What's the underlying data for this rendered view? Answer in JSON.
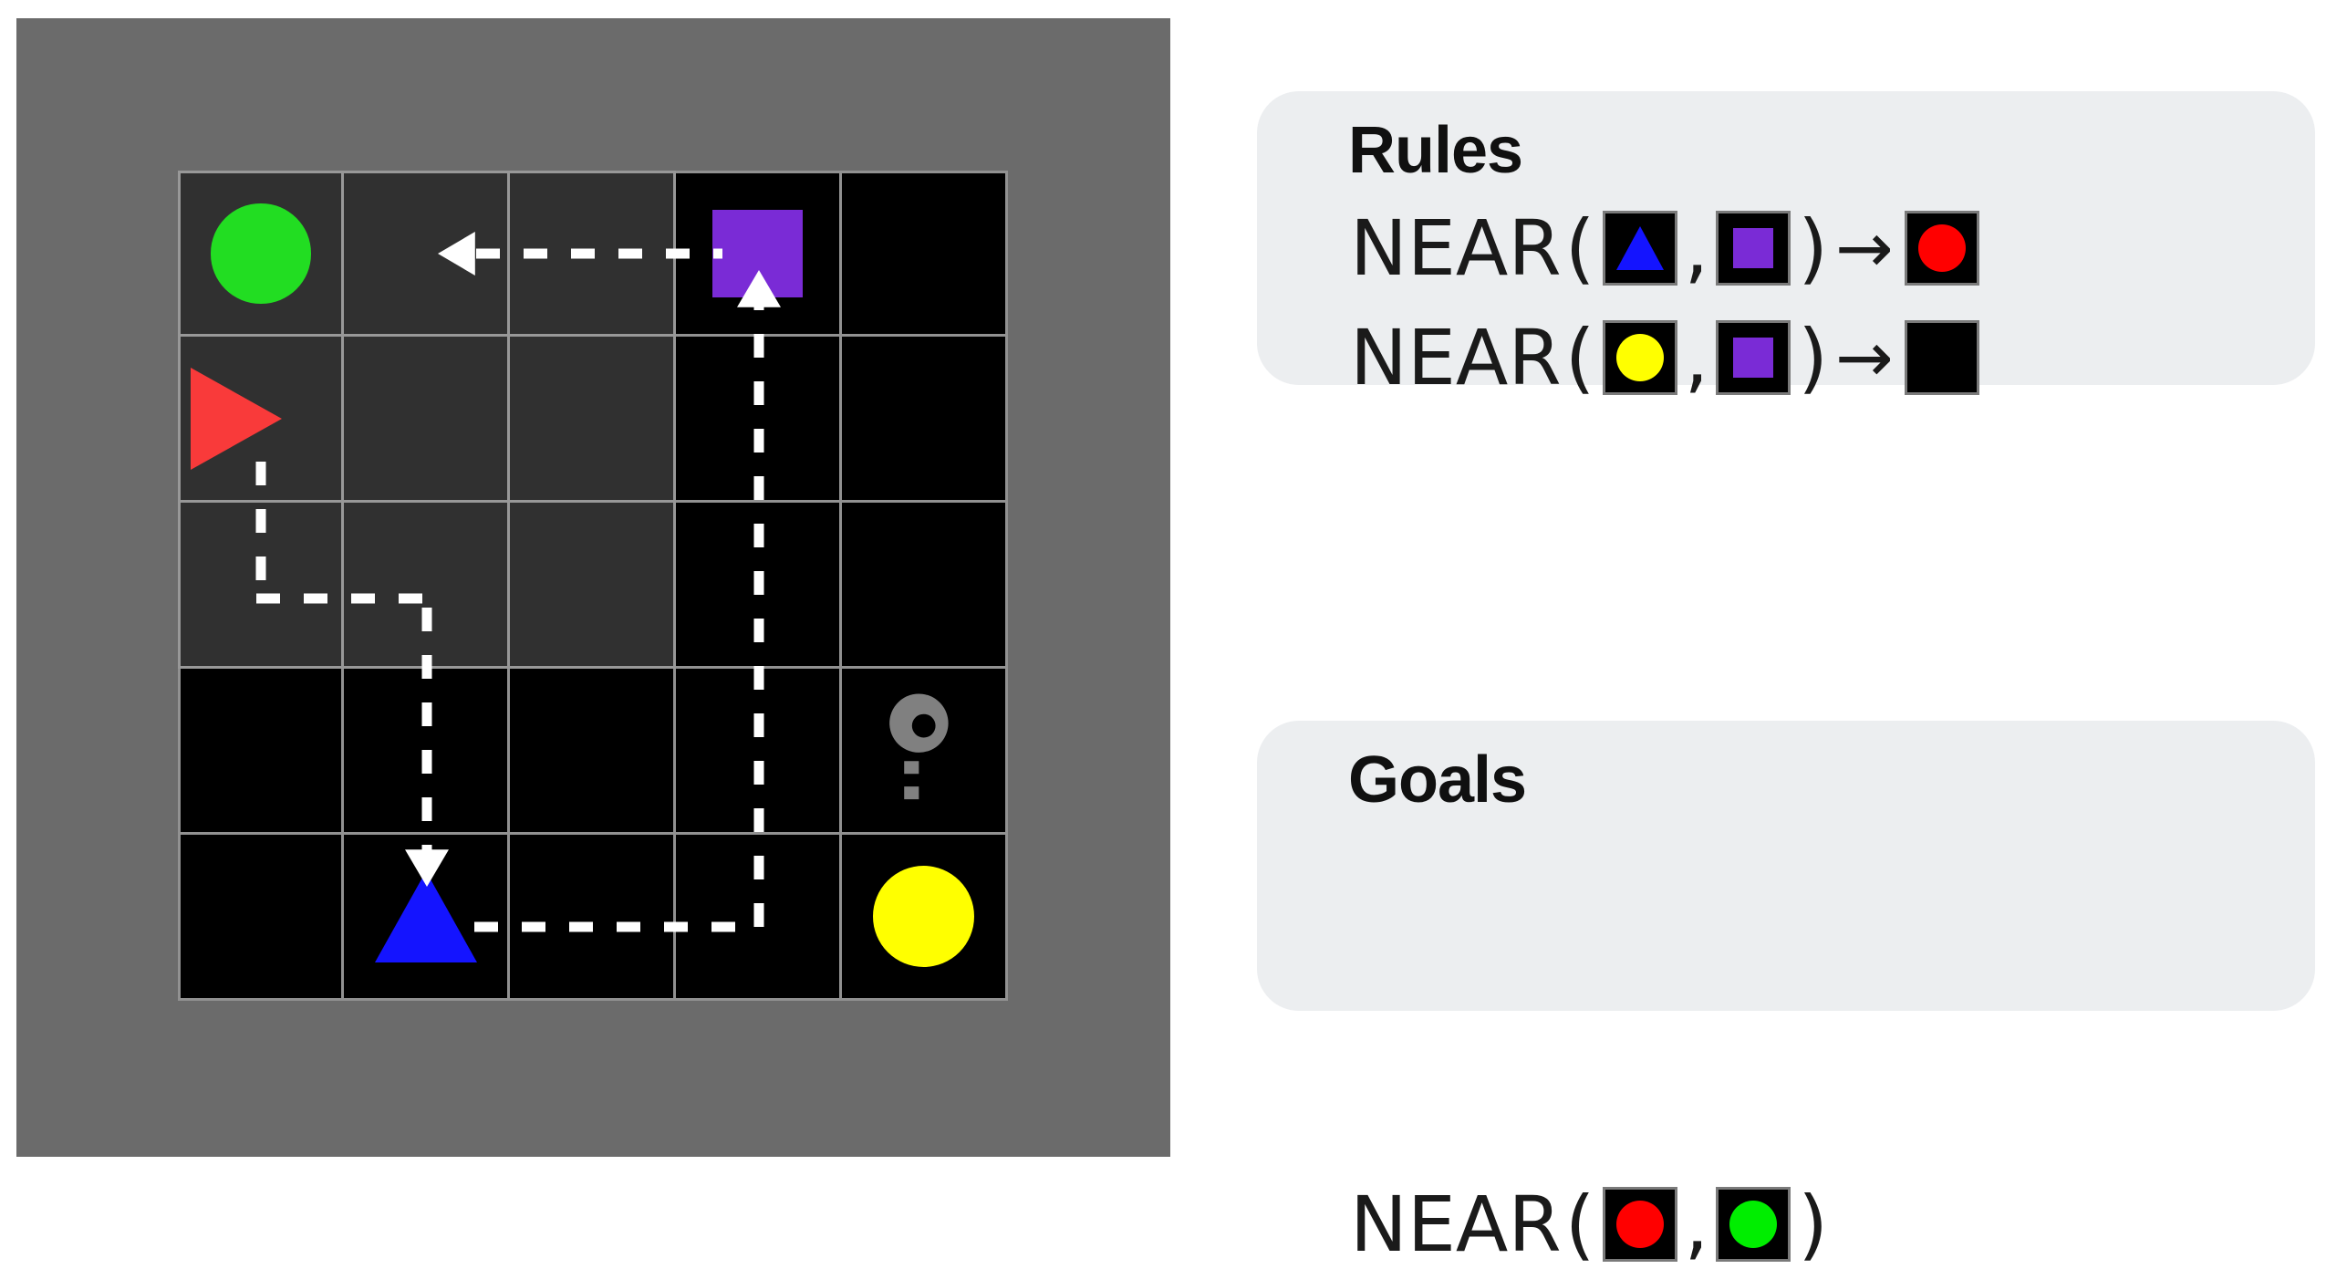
{
  "colors": {
    "panel_bg": "#6b6b6b",
    "cell_lit": "#303030",
    "cell_dark": "#000000",
    "grid_line": "#aaaaaa",
    "card_bg": "#eceef0",
    "green": "#22dd22",
    "red": "#f93a3a",
    "rule_red": "#ff0000",
    "blue": "#1414ff",
    "purple": "#7a2bd6",
    "yellow": "#ffff00",
    "key_gray": "#808080",
    "trajectory": "#ffffff"
  },
  "world": {
    "name": "gridworld",
    "rows": 5,
    "cols": 5,
    "cells": [
      [
        {
          "lit": true,
          "object": "green-circle",
          "icon": "circle",
          "color": "#22dd22"
        },
        {
          "lit": true,
          "object": null,
          "icon": null,
          "color": null
        },
        {
          "lit": true,
          "object": null,
          "icon": null,
          "color": null
        },
        {
          "lit": false,
          "object": "purple-square",
          "icon": "square",
          "color": "#7a2bd6"
        },
        {
          "lit": false,
          "object": null,
          "icon": null,
          "color": null
        }
      ],
      [
        {
          "lit": true,
          "object": "agent",
          "icon": "triangle-right",
          "color": "#f93a3a"
        },
        {
          "lit": true,
          "object": null,
          "icon": null,
          "color": null
        },
        {
          "lit": true,
          "object": null,
          "icon": null,
          "color": null
        },
        {
          "lit": false,
          "object": null,
          "icon": null,
          "color": null
        },
        {
          "lit": false,
          "object": null,
          "icon": null,
          "color": null
        }
      ],
      [
        {
          "lit": true,
          "object": null,
          "icon": null,
          "color": null
        },
        {
          "lit": true,
          "object": null,
          "icon": null,
          "color": null
        },
        {
          "lit": true,
          "object": null,
          "icon": null,
          "color": null
        },
        {
          "lit": false,
          "object": null,
          "icon": null,
          "color": null
        },
        {
          "lit": false,
          "object": null,
          "icon": null,
          "color": null
        }
      ],
      [
        {
          "lit": false,
          "object": null,
          "icon": null,
          "color": null
        },
        {
          "lit": false,
          "object": null,
          "icon": null,
          "color": null
        },
        {
          "lit": false,
          "object": null,
          "icon": null,
          "color": null
        },
        {
          "lit": false,
          "object": null,
          "icon": null,
          "color": null
        },
        {
          "lit": false,
          "object": "key",
          "icon": "key",
          "color": "#808080"
        }
      ],
      [
        {
          "lit": false,
          "object": null,
          "icon": null,
          "color": null
        },
        {
          "lit": false,
          "object": "blue-triangle",
          "icon": "triangle-up",
          "color": "#1414ff"
        },
        {
          "lit": false,
          "object": null,
          "icon": null,
          "color": null
        },
        {
          "lit": false,
          "object": null,
          "icon": null,
          "color": null
        },
        {
          "lit": false,
          "object": "yellow-circle",
          "icon": "circle",
          "color": "#ffff00"
        }
      ]
    ],
    "trajectory": {
      "style": "dashed",
      "color": "#ffffff",
      "segments": [
        {
          "from": [
            1,
            0
          ],
          "to": [
            2,
            0
          ],
          "direction": "down",
          "arrowhead": false
        },
        {
          "from": [
            2,
            0
          ],
          "to": [
            2,
            1
          ],
          "direction": "right",
          "arrowhead": false
        },
        {
          "from": [
            2,
            1
          ],
          "to": [
            4,
            1
          ],
          "direction": "down",
          "arrowhead": true
        },
        {
          "from": [
            4,
            1
          ],
          "to": [
            4,
            3
          ],
          "direction": "right",
          "arrowhead": false
        },
        {
          "from": [
            4,
            3
          ],
          "to": [
            0,
            3
          ],
          "direction": "up",
          "arrowhead": true
        },
        {
          "from": [
            0,
            3
          ],
          "to": [
            0,
            1
          ],
          "direction": "left",
          "arrowhead": true
        }
      ]
    }
  },
  "rules_card": {
    "title": "Rules",
    "rules": [
      {
        "predicate": "NEAR",
        "open_paren": "(",
        "comma": ",",
        "close_paren": ")",
        "arrow": "→",
        "arg1": {
          "icon": "triangle-up",
          "color": "#1414ff",
          "label": "blue-triangle"
        },
        "arg2": {
          "icon": "square",
          "color": "#7a2bd6",
          "label": "purple-square"
        },
        "result": {
          "icon": "circle",
          "color": "#ff0000",
          "label": "red-circle"
        }
      },
      {
        "predicate": "NEAR",
        "open_paren": "(",
        "comma": ",",
        "close_paren": ")",
        "arrow": "→",
        "arg1": {
          "icon": "circle",
          "color": "#ffff00",
          "label": "yellow-circle"
        },
        "arg2": {
          "icon": "square",
          "color": "#7a2bd6",
          "label": "purple-square"
        },
        "result": {
          "icon": "none",
          "color": "#000000",
          "label": "empty-tile"
        }
      }
    ]
  },
  "goals_card": {
    "title": "Goals",
    "goals": [
      {
        "predicate": "NEAR",
        "open_paren": "(",
        "comma": ",",
        "close_paren": ")",
        "arg1": {
          "icon": "circle",
          "color": "#ff0000",
          "label": "red-circle"
        },
        "arg2": {
          "icon": "circle",
          "color": "#00ee00",
          "label": "green-circle"
        }
      }
    ]
  }
}
